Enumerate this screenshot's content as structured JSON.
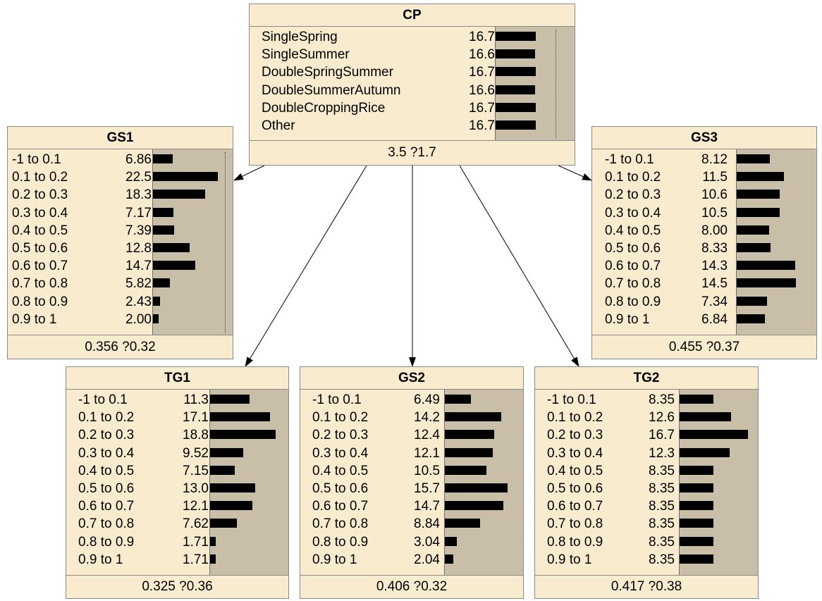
{
  "nodes": [
    {
      "id": "cp",
      "title": "CP",
      "footer": "3.5 ?1.7",
      "states": [
        {
          "label": "SingleSpring",
          "value": "16.7",
          "prob": 16.7
        },
        {
          "label": "SingleSummer",
          "value": "16.6",
          "prob": 16.6
        },
        {
          "label": "DoubleSpringSummer",
          "value": "16.7",
          "prob": 16.7
        },
        {
          "label": "DoubleSummerAutumn",
          "value": "16.6",
          "prob": 16.6
        },
        {
          "label": "DoubleCroppingRice",
          "value": "16.7",
          "prob": 16.7
        },
        {
          "label": "Other",
          "value": "16.7",
          "prob": 16.7
        }
      ]
    },
    {
      "id": "gs1",
      "title": "GS1",
      "footer": "0.356 ?0.32",
      "states": [
        {
          "label": "-1 to 0.1",
          "value": "6.86",
          "prob": 6.86
        },
        {
          "label": "0.1 to 0.2",
          "value": "22.5",
          "prob": 22.5
        },
        {
          "label": "0.2 to 0.3",
          "value": "18.3",
          "prob": 18.3
        },
        {
          "label": "0.3 to 0.4",
          "value": "7.17",
          "prob": 7.17
        },
        {
          "label": "0.4 to 0.5",
          "value": "7.39",
          "prob": 7.39
        },
        {
          "label": "0.5 to 0.6",
          "value": "12.8",
          "prob": 12.8
        },
        {
          "label": "0.6 to 0.7",
          "value": "14.7",
          "prob": 14.7
        },
        {
          "label": "0.7 to 0.8",
          "value": "5.82",
          "prob": 5.82
        },
        {
          "label": "0.8 to 0.9",
          "value": "2.43",
          "prob": 2.43
        },
        {
          "label": "0.9 to 1",
          "value": "2.00",
          "prob": 2.0
        }
      ]
    },
    {
      "id": "gs3",
      "title": "GS3",
      "footer": "0.455 ?0.37",
      "states": [
        {
          "label": "-1 to 0.1",
          "value": "8.12",
          "prob": 8.12
        },
        {
          "label": "0.1 to 0.2",
          "value": "11.5",
          "prob": 11.5
        },
        {
          "label": "0.2 to 0.3",
          "value": "10.6",
          "prob": 10.6
        },
        {
          "label": "0.3 to 0.4",
          "value": "10.5",
          "prob": 10.5
        },
        {
          "label": "0.4 to 0.5",
          "value": "8.00",
          "prob": 8.0
        },
        {
          "label": "0.5 to 0.6",
          "value": "8.33",
          "prob": 8.33
        },
        {
          "label": "0.6 to 0.7",
          "value": "14.3",
          "prob": 14.3
        },
        {
          "label": "0.7 to 0.8",
          "value": "14.5",
          "prob": 14.5
        },
        {
          "label": "0.8 to 0.9",
          "value": "7.34",
          "prob": 7.34
        },
        {
          "label": "0.9 to 1",
          "value": "6.84",
          "prob": 6.84
        }
      ]
    },
    {
      "id": "tg1",
      "title": "TG1",
      "footer": "0.325 ?0.36",
      "states": [
        {
          "label": "-1 to 0.1",
          "value": "11.3",
          "prob": 11.3
        },
        {
          "label": "0.1 to 0.2",
          "value": "17.1",
          "prob": 17.1
        },
        {
          "label": "0.2 to 0.3",
          "value": "18.8",
          "prob": 18.8
        },
        {
          "label": "0.3 to 0.4",
          "value": "9.52",
          "prob": 9.52
        },
        {
          "label": "0.4 to 0.5",
          "value": "7.15",
          "prob": 7.15
        },
        {
          "label": "0.5 to 0.6",
          "value": "13.0",
          "prob": 13.0
        },
        {
          "label": "0.6 to 0.7",
          "value": "12.1",
          "prob": 12.1
        },
        {
          "label": "0.7 to 0.8",
          "value": "7.62",
          "prob": 7.62
        },
        {
          "label": "0.8 to 0.9",
          "value": "1.71",
          "prob": 1.71
        },
        {
          "label": "0.9 to 1",
          "value": "1.71",
          "prob": 1.71
        }
      ]
    },
    {
      "id": "gs2",
      "title": "GS2",
      "footer": "0.406 ?0.32",
      "states": [
        {
          "label": "-1 to 0.1",
          "value": "6.49",
          "prob": 6.49
        },
        {
          "label": "0.1 to 0.2",
          "value": "14.2",
          "prob": 14.2
        },
        {
          "label": "0.2 to 0.3",
          "value": "12.4",
          "prob": 12.4
        },
        {
          "label": "0.3 to 0.4",
          "value": "12.1",
          "prob": 12.1
        },
        {
          "label": "0.4 to 0.5",
          "value": "10.5",
          "prob": 10.5
        },
        {
          "label": "0.5 to 0.6",
          "value": "15.7",
          "prob": 15.7
        },
        {
          "label": "0.6 to 0.7",
          "value": "14.7",
          "prob": 14.7
        },
        {
          "label": "0.7 to 0.8",
          "value": "8.84",
          "prob": 8.84
        },
        {
          "label": "0.8 to 0.9",
          "value": "3.04",
          "prob": 3.04
        },
        {
          "label": "0.9 to 1",
          "value": "2.04",
          "prob": 2.04
        }
      ]
    },
    {
      "id": "tg2",
      "title": "TG2",
      "footer": "0.417 ?0.38",
      "states": [
        {
          "label": "-1 to 0.1",
          "value": "8.35",
          "prob": 8.35
        },
        {
          "label": "0.1 to 0.2",
          "value": "12.6",
          "prob": 12.6
        },
        {
          "label": "0.2 to 0.3",
          "value": "16.7",
          "prob": 16.7
        },
        {
          "label": "0.3 to 0.4",
          "value": "12.3",
          "prob": 12.3
        },
        {
          "label": "0.4 to 0.5",
          "value": "8.35",
          "prob": 8.35
        },
        {
          "label": "0.5 to 0.6",
          "value": "8.35",
          "prob": 8.35
        },
        {
          "label": "0.6 to 0.7",
          "value": "8.35",
          "prob": 8.35
        },
        {
          "label": "0.7 to 0.8",
          "value": "8.35",
          "prob": 8.35
        },
        {
          "label": "0.8 to 0.9",
          "value": "8.35",
          "prob": 8.35
        },
        {
          "label": "0.9 to 1",
          "value": "8.35",
          "prob": 8.35
        }
      ]
    }
  ],
  "edges": [
    {
      "from": "CP",
      "to": "GS1"
    },
    {
      "from": "CP",
      "to": "TG1"
    },
    {
      "from": "CP",
      "to": "GS2"
    },
    {
      "from": "CP",
      "to": "TG2"
    },
    {
      "from": "CP",
      "to": "GS3"
    }
  ]
}
